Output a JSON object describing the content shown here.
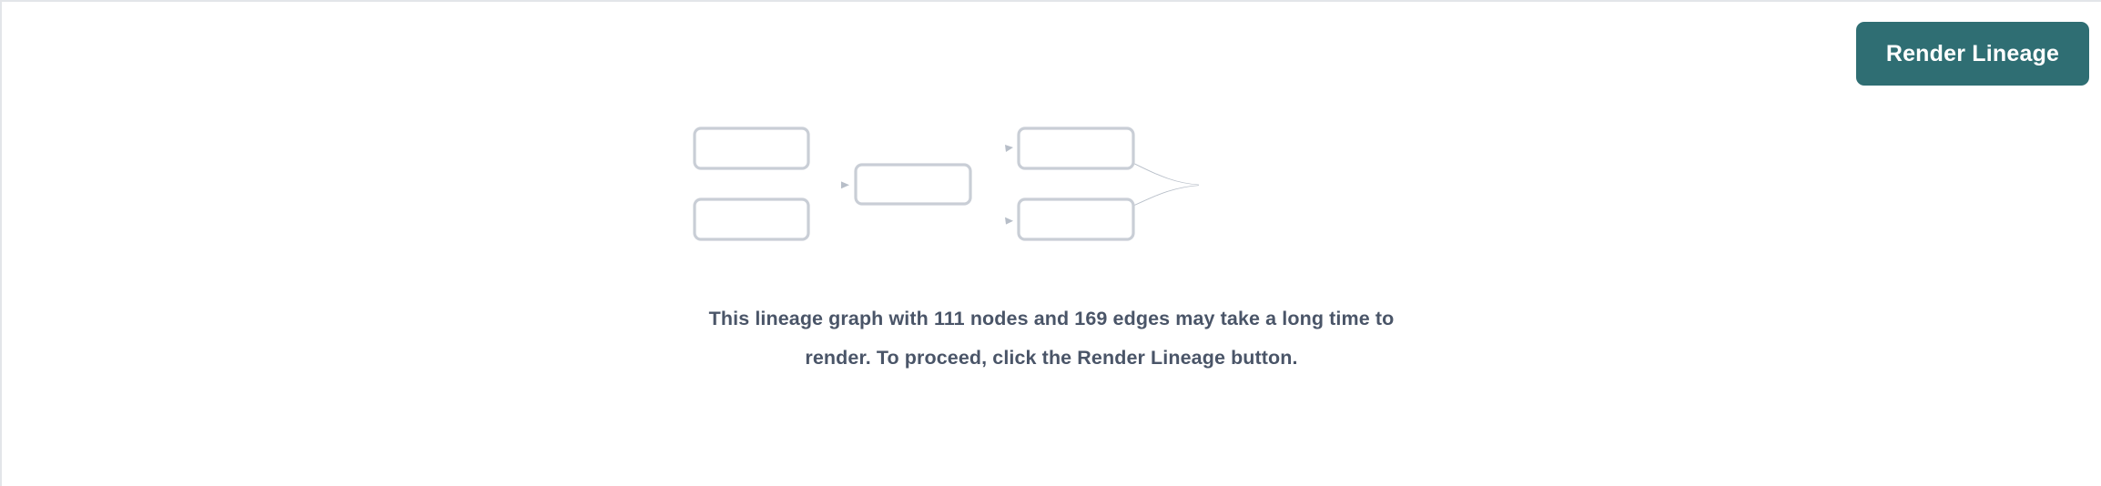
{
  "panel": {
    "background_color": "#ffffff",
    "border_color": "#e3e5e9"
  },
  "toolbar": {
    "render_button_label": "Render Lineage",
    "render_button_color": "#2f6e73",
    "render_button_text_color": "#ffffff"
  },
  "graph_placeholder": {
    "node_border_color": "#c9ced6",
    "edge_color": "#b7bec8",
    "nodes": [
      {
        "id": "left-top",
        "label": ""
      },
      {
        "id": "left-bottom",
        "label": ""
      },
      {
        "id": "center",
        "label": ""
      },
      {
        "id": "right-top",
        "label": ""
      },
      {
        "id": "right-bottom",
        "label": ""
      }
    ],
    "edges": [
      {
        "from": "left-top",
        "to": "center"
      },
      {
        "from": "left-bottom",
        "to": "center"
      },
      {
        "from": "center",
        "to": "right-top"
      },
      {
        "from": "center",
        "to": "right-bottom"
      }
    ]
  },
  "message": {
    "text_color": "#4a5568",
    "node_count": "111",
    "edge_count": "169",
    "full_text": "This lineage graph with 111 nodes and 169 edges may take a long time to render. To proceed, click the Render Lineage button."
  }
}
